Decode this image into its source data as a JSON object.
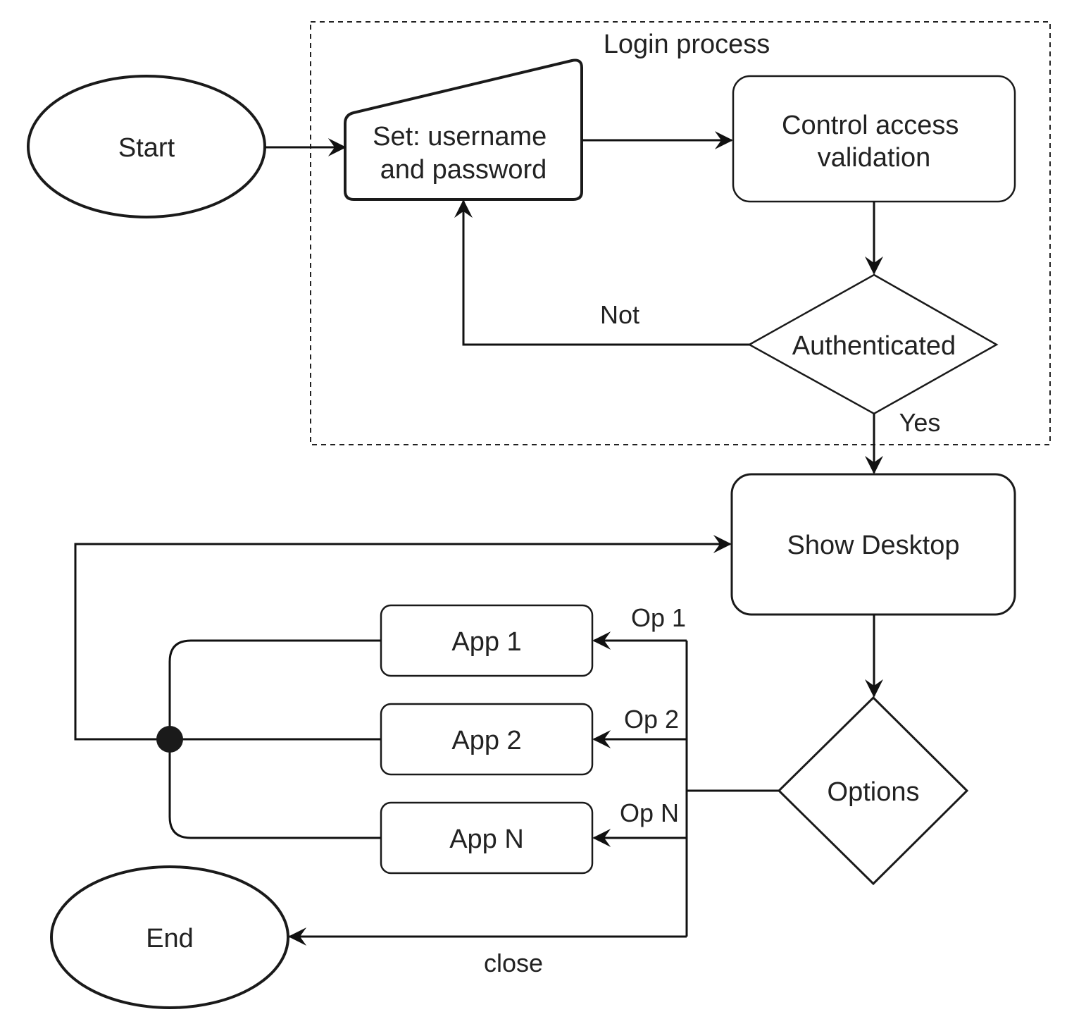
{
  "diagram": {
    "group_label": "Login process",
    "nodes": {
      "start": "Start",
      "set_credentials": [
        "Set: username",
        "and password"
      ],
      "control_access": [
        "Control access",
        "validation"
      ],
      "authenticated": "Authenticated",
      "show_desktop": "Show Desktop",
      "options": "Options",
      "app1": "App 1",
      "app2": "App 2",
      "appn": "App N",
      "end": "End"
    },
    "edge_labels": {
      "not": "Not",
      "yes": "Yes",
      "op1": "Op 1",
      "op2": "Op 2",
      "opn": "Op N",
      "close": "close"
    },
    "colors": {
      "stroke": "#1a1a1a",
      "text": "#222222",
      "background": "#ffffff"
    }
  }
}
